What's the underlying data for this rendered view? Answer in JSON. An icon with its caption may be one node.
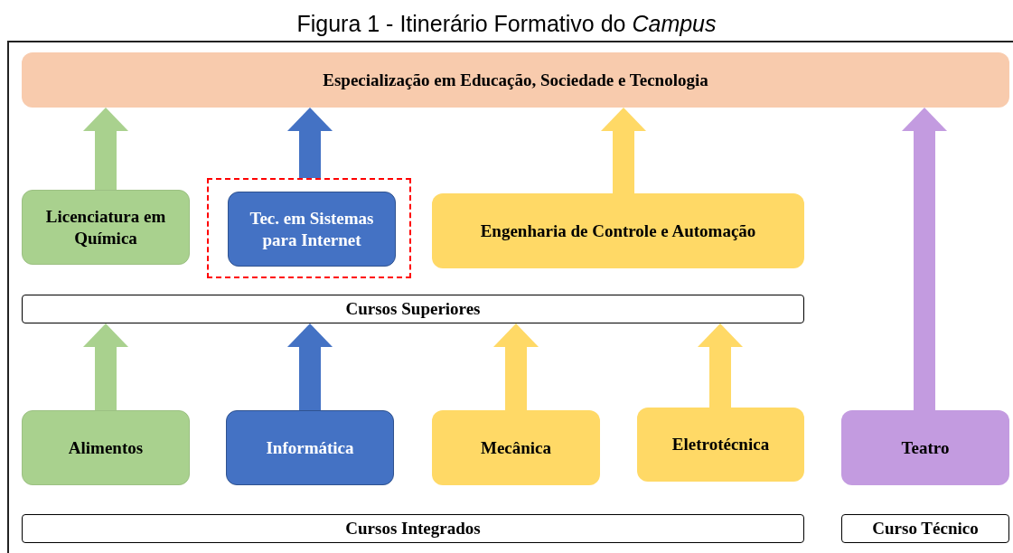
{
  "diagram": {
    "title": "Figura 1 - Itinerário Formativo do *Campus*",
    "nodes": [
      {
        "text": [
          "Especialização em Educação, Sociedade e Tecnologia"
        ]
      },
      {
        "text": [
          "Licenciatura em Química"
        ]
      },
      {
        "text": [],
        "shape": "box"
      },
      {
        "text": [
          "Tec. em Sistemas para Internet"
        ],
        "in": 2
      },
      {
        "text": [
          "Engenharia de Controle e Automação"
        ]
      },
      {
        "text": [
          "Cursos Superiores"
        ]
      },
      {
        "text": [
          "Alimentos"
        ]
      },
      {
        "text": [
          "Informática"
        ]
      },
      {
        "text": [
          "Mecânica"
        ]
      },
      {
        "text": [
          "Eletrotécnica"
        ]
      },
      {
        "text": [
          "Teatro"
        ]
      },
      {
        "text": [
          "Cursos Integrados"
        ]
      },
      {
        "text": [
          "Curso Técnico"
        ]
      }
    ],
    "edges": [
      {
        "from": 6,
        "to": 5,
        "arrow": "to",
        "color": "#a9d18e"
      },
      {
        "from": 7,
        "to": 5,
        "arrow": "to",
        "color": "#4472c4"
      },
      {
        "from": 8,
        "to": 5,
        "arrow": "to",
        "color": "#ffd966"
      },
      {
        "from": 9,
        "to": 5,
        "arrow": "to",
        "color": "#ffd966"
      },
      {
        "from": 1,
        "to": 0,
        "arrow": "to",
        "color": "#a9d18e"
      },
      {
        "from": 2,
        "to": 0,
        "arrow": "to",
        "color": "#4472c4"
      },
      {
        "from": 4,
        "to": 0,
        "arrow": "to",
        "color": "#ffd966"
      },
      {
        "from": 10,
        "to": 0,
        "arrow": "to",
        "color": "#c39be0"
      }
    ]
  }
}
